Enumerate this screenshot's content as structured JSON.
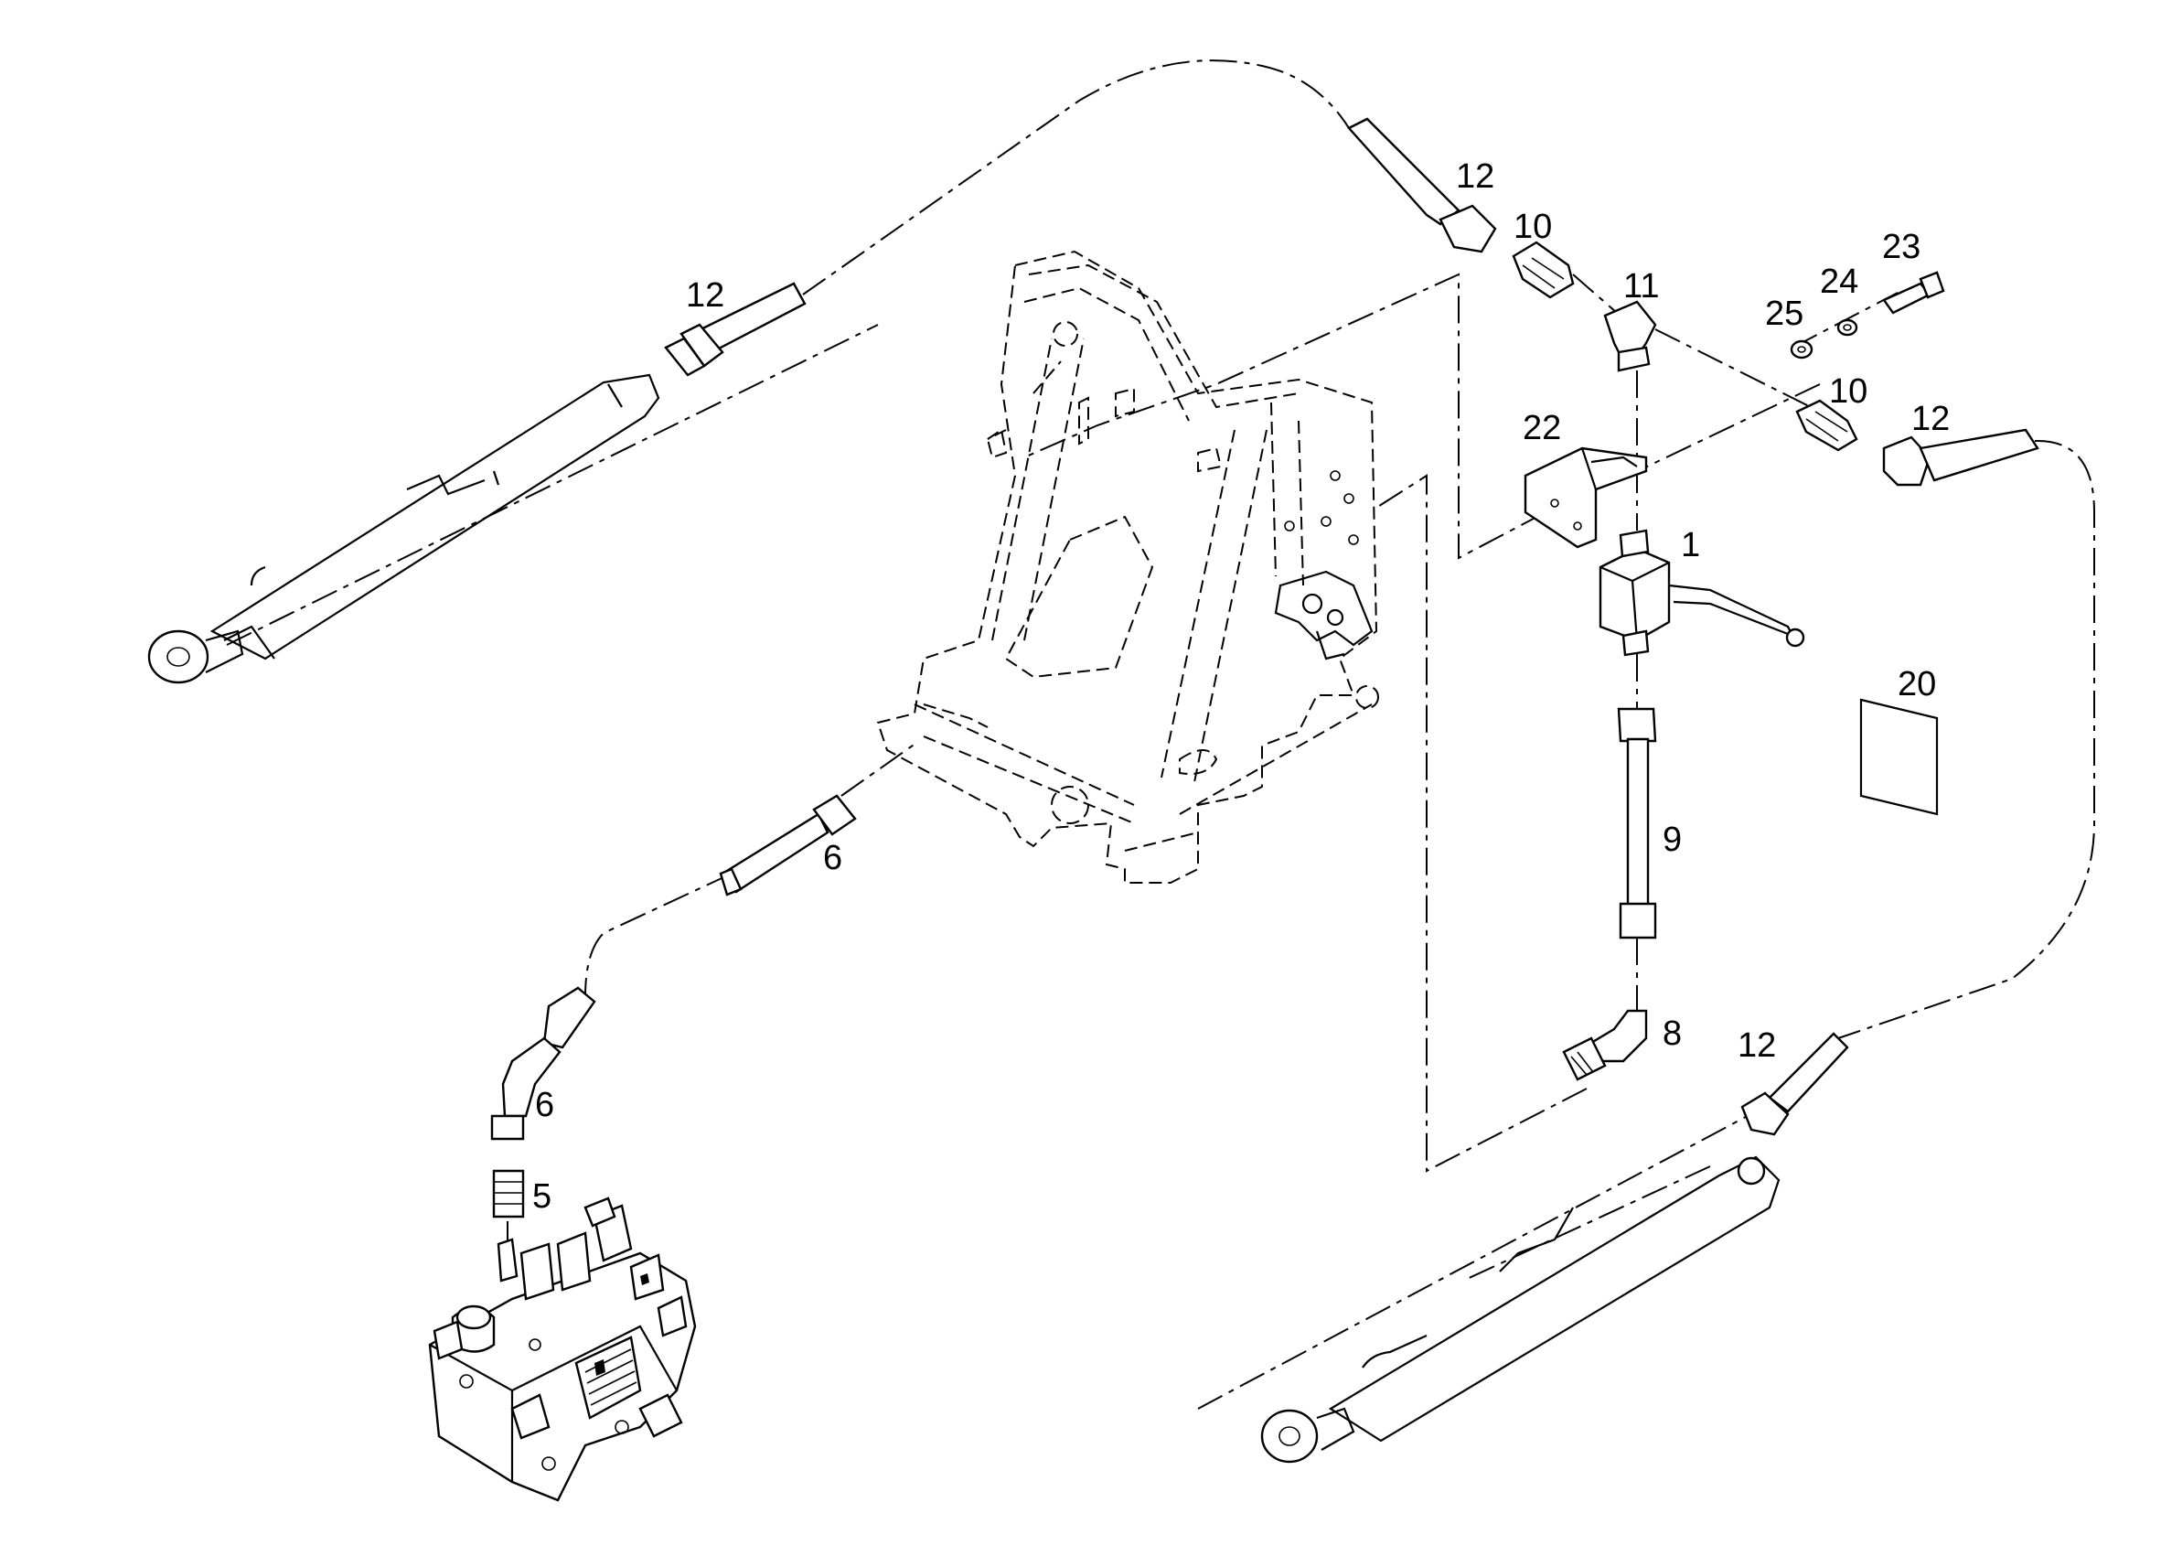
{
  "callouts": {
    "c1": "1",
    "c5": "5",
    "c6a": "6",
    "c6b": "6",
    "c8": "8",
    "c9": "9",
    "c10a": "10",
    "c10b": "10",
    "c11": "11",
    "c12a": "12",
    "c12b": "12",
    "c12c": "12",
    "c12d": "12",
    "c20": "20",
    "c22": "22",
    "c23": "23",
    "c24": "24",
    "c25": "25"
  }
}
